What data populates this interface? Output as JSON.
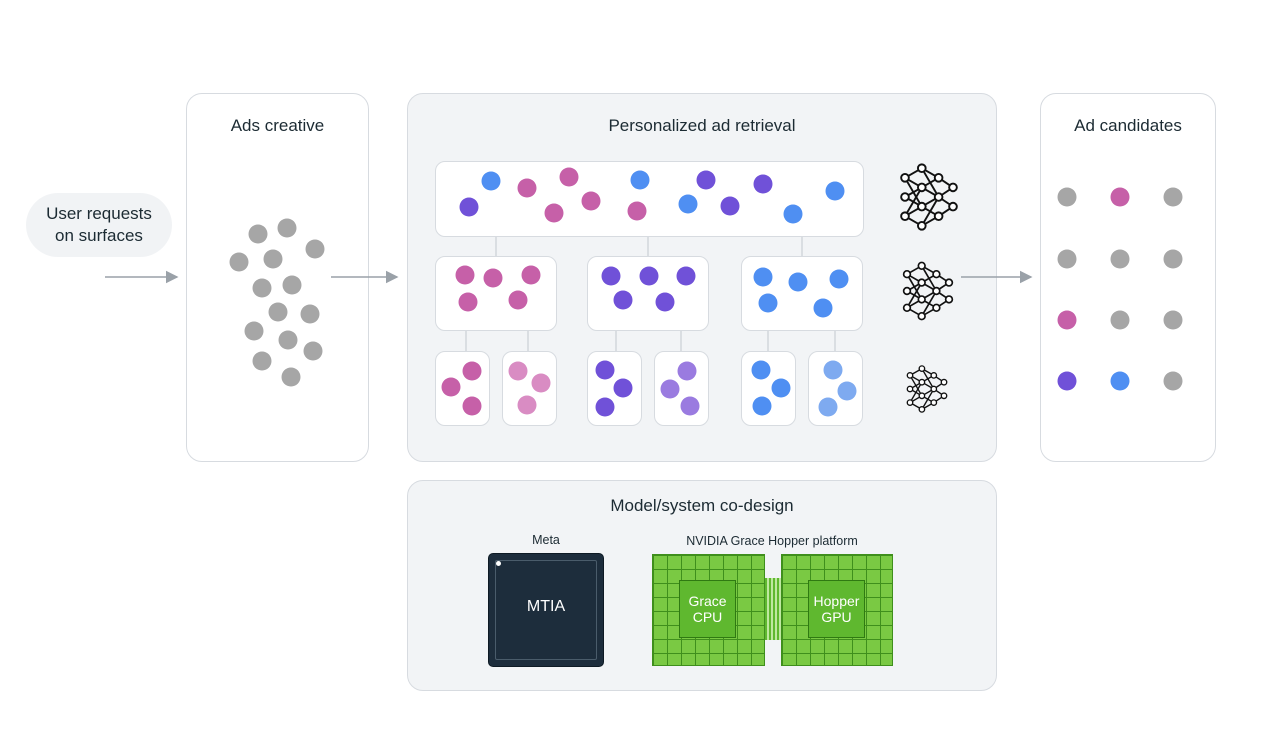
{
  "input": {
    "label": "User requests\non surfaces"
  },
  "panels": {
    "ads_creative": "Ads creative",
    "retrieval": "Personalized ad retrieval",
    "candidates": "Ad candidates",
    "codesign": "Model/system co-design"
  },
  "hardware": {
    "meta_label": "Meta",
    "mtia": "MTIA",
    "nvidia_label": "NVIDIA Grace Hopper platform",
    "cpu": "Grace\nCPU",
    "gpu": "Hopper\nGPU"
  },
  "colors": {
    "gray": "#a6a6a6",
    "pink": "#c660a8",
    "purple": "#7051d8",
    "blue": "#4f8ff2",
    "light_pink": "#d98cc3",
    "light_purple": "#9a7be0",
    "light_blue": "#7eaaf0"
  },
  "icons": [
    "neural-network-icon-large",
    "neural-network-icon-medium",
    "neural-network-icon-small"
  ]
}
